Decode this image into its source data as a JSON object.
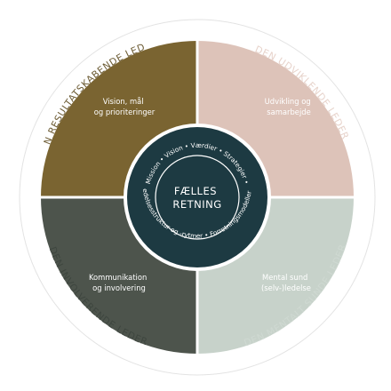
{
  "center": {
    "title_line1": "FÆLLES",
    "title_line2": "RETNING",
    "ring_top": "Mission • Vision • Værdier • Strategier •",
    "ring_bottom": "Ledelsesstruktur og -rytmer • Forretningsmodeller •"
  },
  "quadrants": {
    "top_left": {
      "line1": "Vision, mål",
      "line2": "og prioriteringer"
    },
    "top_right": {
      "line1": "Udvikling og",
      "line2": "samarbejde"
    },
    "bottom_left": {
      "line1": "Kommunikation",
      "line2": "og involvering"
    },
    "bottom_right": {
      "line1": "Mental sund",
      "line2": "(selv-)ledelse"
    }
  },
  "roles": {
    "top_left": "DEN RESULTATSKABENDE LEDER",
    "top_right": "DEN UDVIKLENDE LEDER",
    "bottom_left": "DEN INVOLVERENDE LEDER",
    "bottom_right": "DEN MENTALT SUNDE LEDER"
  },
  "colors": {
    "top_left": "#7a6431",
    "top_right": "#ddc3b9",
    "bottom_left": "#4d544c",
    "bottom_right": "#c7d2ca",
    "center": "#1d3a42",
    "label_top_left": "#6b5a32",
    "label_top_right": "#e7d3cb",
    "label_bottom_left": "#3e463f",
    "label_bottom_right": "#cfd9d2"
  }
}
